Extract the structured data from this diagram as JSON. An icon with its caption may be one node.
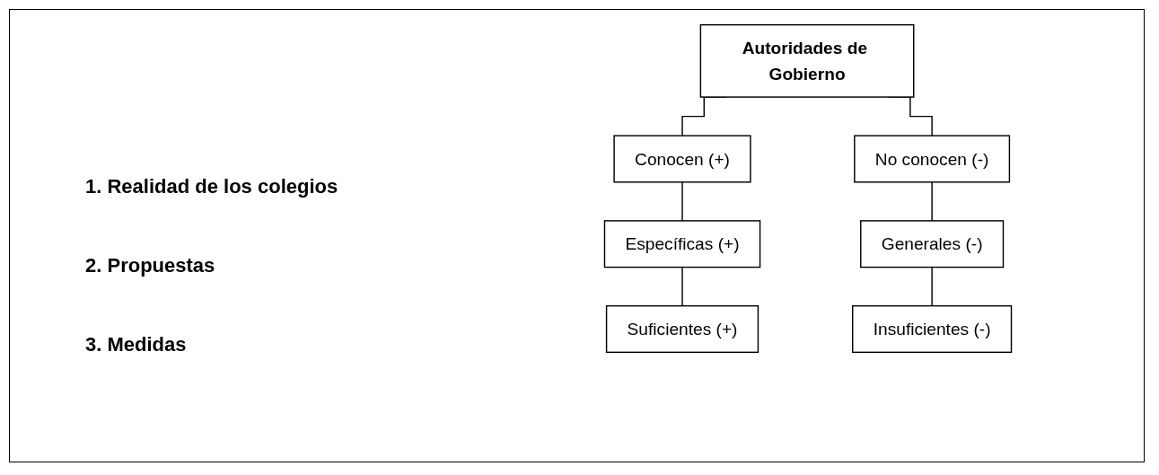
{
  "diagram": {
    "nodes": [
      {
        "text": [
          "Autoridades de Gobierno"
        ]
      },
      {
        "text": [
          "Conocen (+)"
        ]
      },
      {
        "text": [
          "No conocen (-)"
        ]
      },
      {
        "text": [
          "Específicas (+)"
        ]
      },
      {
        "text": [
          "Generales (-)"
        ]
      },
      {
        "text": [
          "Suficientes (+)"
        ]
      },
      {
        "text": [
          "Insuficientes (-)"
        ]
      }
    ],
    "edges": [
      {
        "from": 0,
        "to": 1,
        "arrow": "none"
      },
      {
        "from": 0,
        "to": 2,
        "arrow": "none"
      },
      {
        "from": 1,
        "to": 3,
        "arrow": "none"
      },
      {
        "from": 3,
        "to": 5,
        "arrow": "none"
      },
      {
        "from": 2,
        "to": 4,
        "arrow": "none"
      },
      {
        "from": 4,
        "to": 6,
        "arrow": "none"
      }
    ],
    "labels": [
      "1. Realidad de los colegios",
      "2. Propuestas",
      "3. Medidas"
    ]
  }
}
